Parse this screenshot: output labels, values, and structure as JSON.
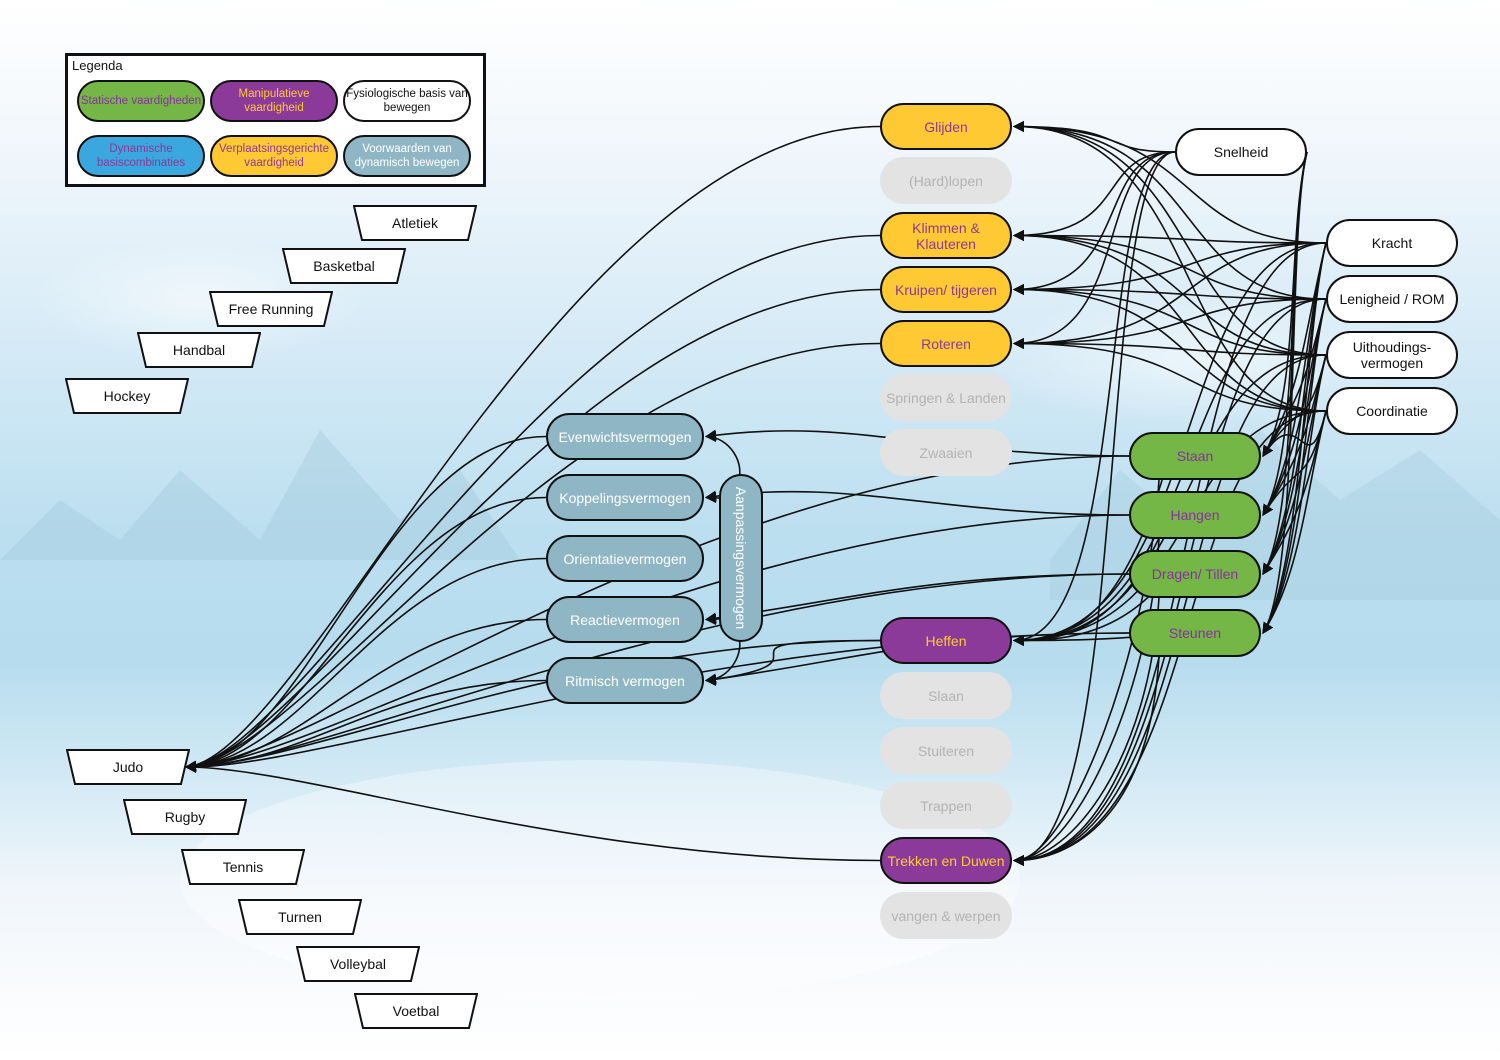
{
  "colors": {
    "static_fill": "#74b746",
    "static_text": "#8b2fa0",
    "manip_fill": "#8c3a99",
    "manip_text": "#ffc933",
    "locomotion_fill": "#ffc933",
    "locomotion_text": "#8c3a99",
    "dynamic_fill": "#3aa7de",
    "dynamic_text": "#8c3a99",
    "condition_fill": "#8fb6c4",
    "inactive_fill": "#e3e3e3",
    "inactive_text": "#b3b3b3",
    "edge": "#111111"
  },
  "legend": {
    "title": "Legenda",
    "items": [
      {
        "id": "leg-static",
        "label": "Statische vaardigheden",
        "style": "static"
      },
      {
        "id": "leg-manip",
        "label": "Manipulatieve vaardigheid",
        "style": "manip"
      },
      {
        "id": "leg-phys",
        "label": "Fysiologische basis van bewegen",
        "style": "white"
      },
      {
        "id": "leg-dyn",
        "label": "Dynamische basiscombinaties",
        "style": "dynamic"
      },
      {
        "id": "leg-loco",
        "label": "Verplaatsingsgerichte vaardigheid",
        "style": "locomotion"
      },
      {
        "id": "leg-cond",
        "label": "Voorwaarden van dynamisch bewegen",
        "style": "condition"
      }
    ]
  },
  "sports": [
    "Atletiek",
    "Basketbal",
    "Free Running",
    "Handbal",
    "Hockey",
    "Judo",
    "Rugby",
    "Tennis",
    "Turnen",
    "Volleybal",
    "Voetbal"
  ],
  "coordination": {
    "group_label": "Aanpassingsvermogen",
    "items": [
      {
        "id": "evenwicht",
        "label": "Evenwichtsvermogen"
      },
      {
        "id": "koppeling",
        "label": "Koppelingsvermogen"
      },
      {
        "id": "orientatie",
        "label": "Orientatievermogen"
      },
      {
        "id": "reactie",
        "label": "Reactievermogen"
      },
      {
        "id": "ritmisch",
        "label": "Ritmisch vermogen"
      }
    ]
  },
  "skills": [
    {
      "id": "glijden",
      "label": "Glijden",
      "style": "locomotion"
    },
    {
      "id": "hardlopen",
      "label": "(Hard)lopen",
      "style": "inactive"
    },
    {
      "id": "klimmen",
      "label": "Klimmen & Klauteren",
      "style": "locomotion"
    },
    {
      "id": "kruipen",
      "label": "Kruipen/ tijgeren",
      "style": "locomotion"
    },
    {
      "id": "roteren",
      "label": "Roteren",
      "style": "locomotion"
    },
    {
      "id": "springen",
      "label": "Springen & Landen",
      "style": "inactive"
    },
    {
      "id": "zwaaien",
      "label": "Zwaaien",
      "style": "inactive"
    },
    {
      "id": "heffen",
      "label": "Heffen",
      "style": "manip"
    },
    {
      "id": "slaan",
      "label": "Slaan",
      "style": "inactive"
    },
    {
      "id": "stuiteren",
      "label": "Stuiteren",
      "style": "inactive"
    },
    {
      "id": "trappen",
      "label": "Trappen",
      "style": "inactive"
    },
    {
      "id": "trekken",
      "label": "Trekken en Duwen",
      "style": "manip"
    },
    {
      "id": "vangen",
      "label": "vangen & werpen",
      "style": "inactive"
    }
  ],
  "static_skills": [
    {
      "id": "staan",
      "label": "Staan"
    },
    {
      "id": "hangen",
      "label": "Hangen"
    },
    {
      "id": "dragen",
      "label": "Dragen/ Tillen"
    },
    {
      "id": "steunen",
      "label": "Steunen"
    }
  ],
  "physiological": [
    {
      "id": "snelheid",
      "label": "Snelheid"
    },
    {
      "id": "kracht",
      "label": "Kracht"
    },
    {
      "id": "lenigheid",
      "label": "Lenigheid / ROM"
    },
    {
      "id": "uithouding",
      "label": "Uithoudings- vermogen"
    },
    {
      "id": "coordinatie",
      "label": "Coordinatie"
    }
  ],
  "edges": {
    "physiological_to_locomotion": {
      "from": [
        "snelheid",
        "kracht",
        "lenigheid",
        "uithouding",
        "coordinatie"
      ],
      "to": [
        "glijden",
        "klimmen",
        "kruipen",
        "roteren"
      ]
    },
    "physiological_to_static": {
      "from": [
        "snelheid",
        "kracht",
        "lenigheid",
        "uithouding",
        "coordinatie"
      ],
      "to": [
        "staan",
        "hangen",
        "dragen",
        "steunen"
      ]
    },
    "physiological_to_manip": {
      "from": [
        "snelheid",
        "kracht",
        "lenigheid",
        "uithouding",
        "coordinatie"
      ],
      "to": [
        "heffen",
        "trekken"
      ]
    },
    "static_to_coordination": [
      [
        "staan",
        "evenwicht"
      ],
      [
        "hangen",
        "koppeling"
      ],
      [
        "dragen",
        "reactie"
      ],
      [
        "steunen",
        "ritmisch"
      ],
      [
        "heffen",
        "ritmisch"
      ]
    ],
    "coordination_feedback": [
      "evenwicht",
      "koppeling",
      "reactie",
      "ritmisch"
    ],
    "locomotion_to_judo": [
      "glijden",
      "klimmen",
      "kruipen",
      "roteren"
    ],
    "coordination_to_judo": [
      "evenwicht",
      "koppeling",
      "orientatie",
      "reactie",
      "ritmisch"
    ],
    "manip_to_judo": [
      "heffen",
      "trekken"
    ],
    "static_to_judo": [
      "staan",
      "hangen",
      "dragen",
      "steunen"
    ]
  }
}
